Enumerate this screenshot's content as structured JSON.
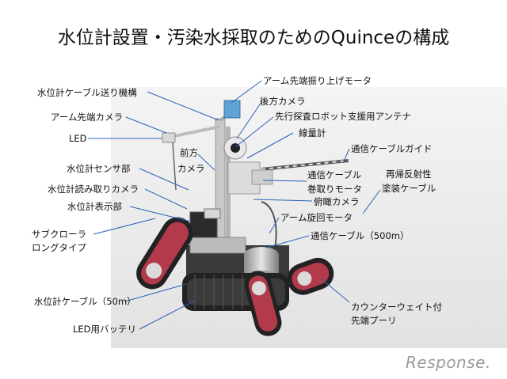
{
  "title": "水位計設置・汚染水採取のためのQuinceの構成",
  "labels": {
    "water_gauge_cable_feeder": "水位計ケーブル送り機構",
    "arm_tip_camera": "アーム先端カメラ",
    "led": "LED",
    "front_camera_1": "前方",
    "front_camera_2": "カメラ",
    "water_gauge_sensor": "水位計センサ部",
    "water_gauge_reader_camera": "水位計読み取りカメラ",
    "water_gauge_display": "水位計表示部",
    "sub_crawler_1": "サブクローラ",
    "sub_crawler_2": "ロングタイプ",
    "water_gauge_cable_50m": "水位計ケーブル（50m）",
    "led_battery": "LED用バッテリ",
    "arm_tip_lift_motor": "アーム先端振り上げモータ",
    "rear_camera": "後方カメラ",
    "scout_robot_antenna": "先行探査ロボット支援用アンテナ",
    "dosimeter": "線量計",
    "comm_cable_guide": "通信ケーブルガイド",
    "comm_cable_reel_motor_1": "通信ケーブル",
    "comm_cable_reel_motor_2": "巻取りモータ",
    "retroreflective_cable_1": "再帰反射性",
    "retroreflective_cable_2": "塗装ケーブル",
    "overhead_camera": "俯瞰カメラ",
    "arm_rotation_motor": "アーム旋回モータ",
    "comm_cable_500m": "通信ケーブル（500m）",
    "counterweight_pulley_1": "カウンターウェイト付",
    "counterweight_pulley_2": "先端プーリ"
  },
  "logo": "Response."
}
